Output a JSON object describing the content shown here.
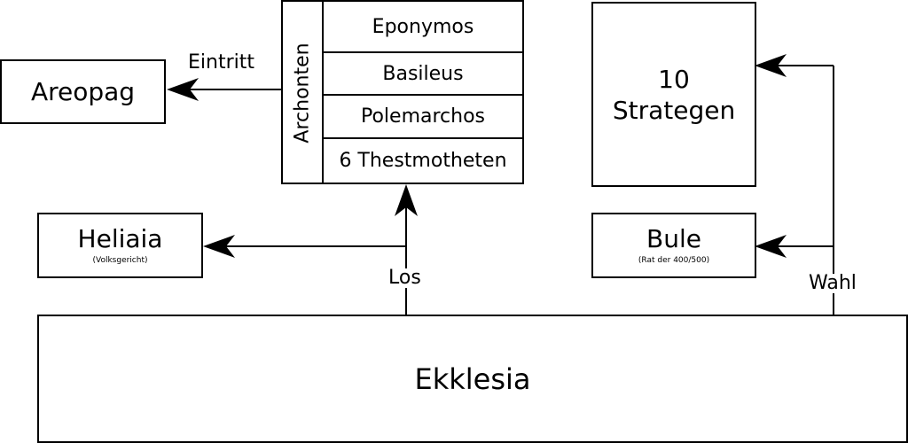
{
  "nodes": {
    "areopag": "Areopag",
    "archonten": {
      "group_label": "Archonten",
      "members": [
        "Eponymos",
        "Basileus",
        "Polemarchos",
        "6 Thestmotheten"
      ]
    },
    "strategen": {
      "line1": "10",
      "line2": "Strategen"
    },
    "heliaia": {
      "title": "Heliaia",
      "subtitle": "(Volksgericht)"
    },
    "bule": {
      "title": "Bule",
      "subtitle": "(Rat der 400/500)"
    },
    "ekklesia": "Ekklesia"
  },
  "edges": {
    "eintritt": "Eintritt",
    "los": "Los",
    "wahl": "Wahl"
  }
}
